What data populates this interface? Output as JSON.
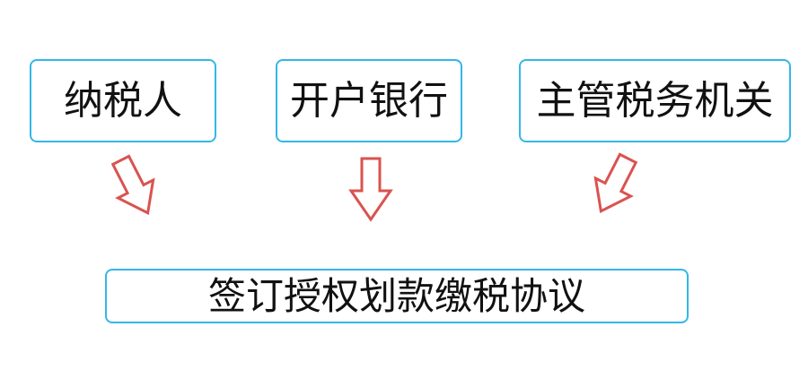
{
  "diagram": {
    "nodes": {
      "taxpayer": "纳税人",
      "bank": "开户银行",
      "tax_authority": "主管税务机关",
      "agreement": "签订授权划款缴税协议"
    },
    "colors": {
      "box_border": "#33b7e8",
      "arrow_stroke": "#d9534f",
      "text": "#111111"
    }
  }
}
